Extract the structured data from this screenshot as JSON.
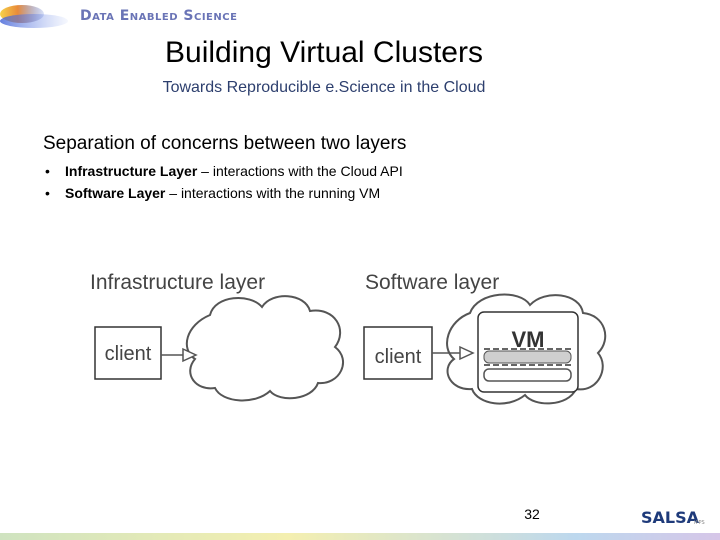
{
  "header": {
    "brand": "Data Enabled Science"
  },
  "slide": {
    "title": "Building Virtual Clusters",
    "subtitle": "Towards Reproducible e.Science in the Cloud",
    "section_heading": "Separation of concerns between two layers",
    "bullets": [
      {
        "bold": "Infrastructure Layer",
        "rest": " – interactions with the Cloud API"
      },
      {
        "bold": "Software Layer",
        "rest": " – interactions with the running VM"
      }
    ],
    "page_number": "32"
  },
  "diagram": {
    "infrastructure_label": "Infrastructure layer",
    "software_label": "Software layer",
    "client_label_1": "client",
    "client_label_2": "client",
    "vm_label": "VM"
  },
  "footer": {
    "logo_text": "SALSA",
    "logo_suffix": "IPPS"
  },
  "colors": {
    "brand": "#6a74b6",
    "subtitle": "#2d3f6e"
  }
}
